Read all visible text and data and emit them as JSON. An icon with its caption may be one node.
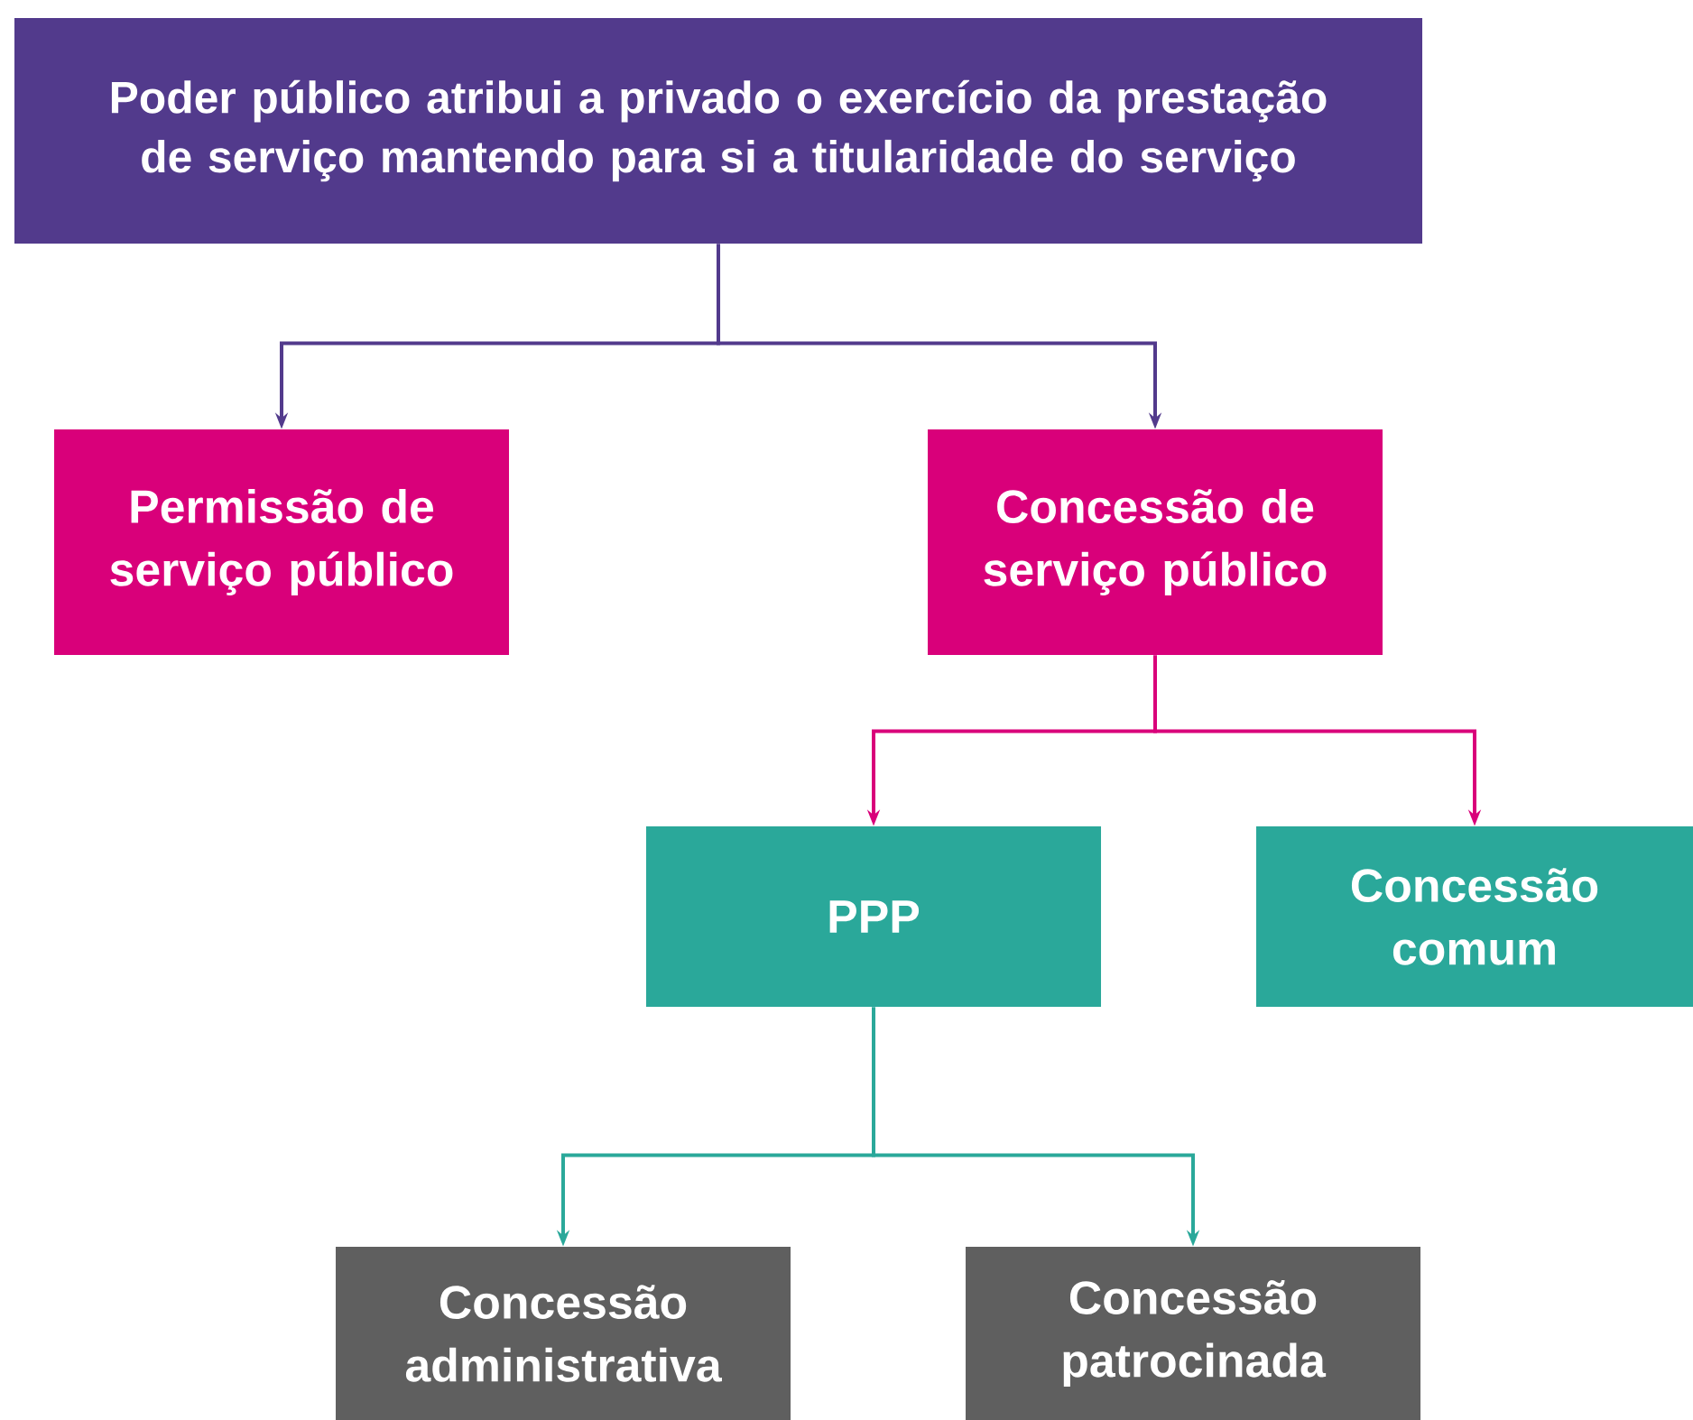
{
  "diagram": {
    "nodes": [
      {
        "text": [
          "Poder público atribui a privado o exercício da prestação de serviço mantendo para si a titularidade do serviço"
        ]
      },
      {
        "text": [
          "Permissão de serviço público"
        ]
      },
      {
        "text": [
          "Concessão de serviço público"
        ]
      },
      {
        "text": [
          "PPP"
        ]
      },
      {
        "text": [
          "Concessão comum"
        ]
      },
      {
        "text": [
          "Concessão administrativa"
        ]
      },
      {
        "text": [
          "Concessão patrocinada"
        ]
      }
    ],
    "edges": [
      {
        "from": 0,
        "to": 1,
        "arrow": "to",
        "color": "#523a8c"
      },
      {
        "from": 0,
        "to": 2,
        "arrow": "to",
        "color": "#523a8c"
      },
      {
        "from": 2,
        "to": 3,
        "arrow": "to",
        "color": "#d9007a"
      },
      {
        "from": 2,
        "to": 4,
        "arrow": "to",
        "color": "#d9007a"
      },
      {
        "from": 3,
        "to": 5,
        "arrow": "to",
        "color": "#2aa89a"
      },
      {
        "from": 3,
        "to": 6,
        "arrow": "to",
        "color": "#2aa89a"
      }
    ]
  }
}
